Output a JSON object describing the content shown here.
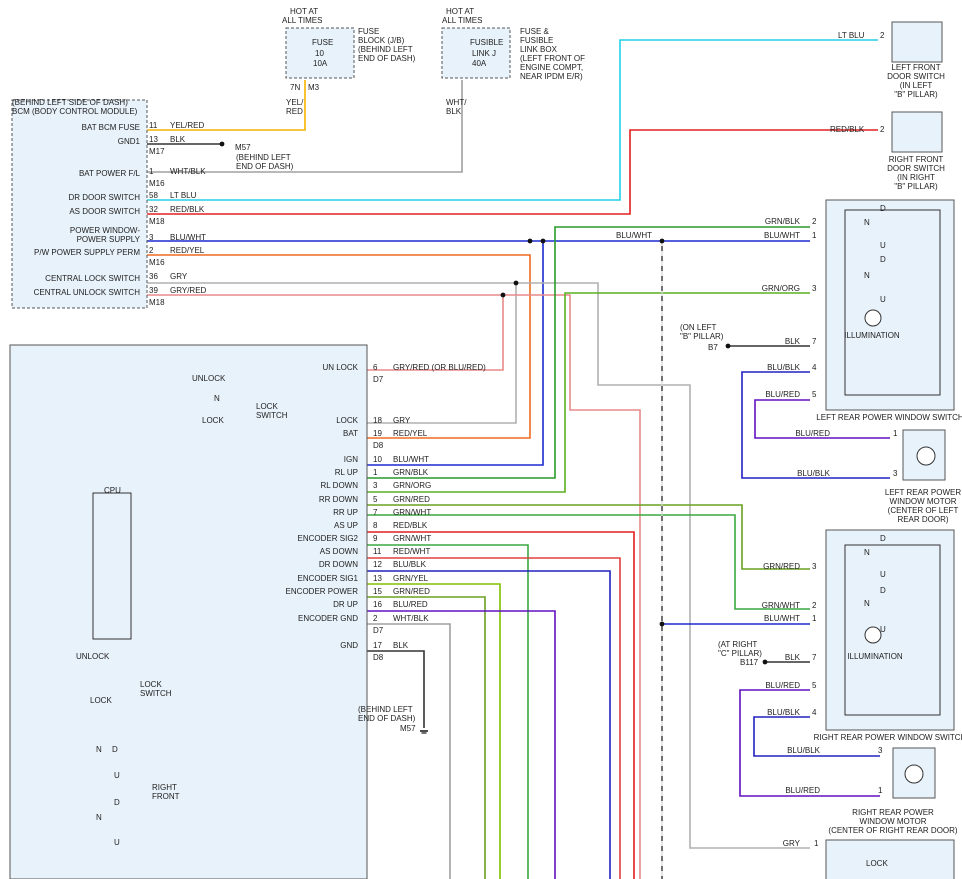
{
  "title": "Power Window / Door Lock Wiring Diagram",
  "colors": {
    "yel_red": "#f4b400",
    "blk": "#333333",
    "wht_blk": "#a0a0a0",
    "lt_blu": "#22d0e8",
    "red_blk": "#e02020",
    "blu_wht": "#1a2ad0",
    "red_yel": "#f06a20",
    "gry": "#b0b0b0",
    "gry_red": "#e88a8a",
    "grn_blk": "#2a9a2a",
    "grn_org": "#58b020",
    "grn_red": "#6aa020",
    "grn_wht": "#3aa840",
    "red_wht": "#e04040",
    "blu_blk": "#2020c0",
    "grn_yel": "#80c000",
    "blu_red": "#6010c0",
    "box_fill": "#e8f2fa"
  },
  "fuse1": {
    "hot": "HOT AT",
    "hot2": "ALL TIMES",
    "name": "FUSE",
    "num": "10",
    "amp": "10A",
    "desc": [
      "FUSE",
      "BLOCK (J/B)",
      "(BEHIND LEFT",
      "END OF DASH)"
    ],
    "conn": "7N",
    "conn2": "M3",
    "wire": [
      "YEL/",
      "RED"
    ]
  },
  "fuse2": {
    "hot": "HOT AT",
    "hot2": "ALL TIMES",
    "name": "FUSIBLE",
    "num": "LINK J",
    "amp": "40A",
    "desc": [
      "FUSE &",
      "FUSIBLE",
      "LINK BOX",
      "(LEFT FRONT OF",
      "ENGINE COMPT,",
      "NEAR IPDM E/R)"
    ],
    "wire": [
      "WHT/",
      "BLK"
    ]
  },
  "bcm": {
    "title1": "(BEHIND LEFT SIDE OF DASH)",
    "title2": "BCM (BODY CONTROL MODULE)",
    "pins": [
      {
        "label": "BAT BCM FUSE",
        "pin": "11",
        "wire": "YEL/RED"
      },
      {
        "label": "GND1",
        "pin": "13",
        "wire": "BLK",
        "conn": "M17"
      },
      {
        "label": "BAT POWER F/L",
        "pin": "1",
        "wire": "WHT/BLK",
        "conn": "M16"
      },
      {
        "label": "DR DOOR SWITCH",
        "pin": "58",
        "wire": "LT BLU"
      },
      {
        "label": "AS DOOR SWITCH",
        "pin": "32",
        "wire": "RED/BLK",
        "conn": "M18"
      },
      {
        "label": "POWER WINDOW-",
        "pin": "",
        "wire": ""
      },
      {
        "label": "POWER SUPPLY",
        "pin": "3",
        "wire": "BLU/WHT"
      },
      {
        "label": "P/W POWER SUPPLY PERM",
        "pin": "2",
        "wire": "RED/YEL",
        "conn": "M16"
      },
      {
        "label": "CENTRAL LOCK SWITCH",
        "pin": "36",
        "wire": "GRY"
      },
      {
        "label": "CENTRAL UNLOCK SWITCH",
        "pin": "39",
        "wire": "GRY/RED",
        "conn": "M18"
      }
    ],
    "ground": "M57",
    "ground_note": [
      "(BEHIND LEFT",
      "END OF DASH)"
    ]
  },
  "lf_door_switch": {
    "pin": "2",
    "wire": "LT BLU",
    "label": [
      "LEFT FRONT",
      "DOOR SWITCH",
      "(IN LEFT",
      "\"B\" PILLAR)"
    ]
  },
  "rf_door_switch": {
    "pin": "2",
    "wire": "RED/BLK",
    "label": [
      "RIGHT FRONT",
      "DOOR SWITCH",
      "(IN RIGHT",
      "\"B\" PILLAR)"
    ]
  },
  "splice_wire": "BLU/WHT",
  "lr_switch": {
    "title": "LEFT REAR POWER WINDOW SWITCH",
    "pins": [
      {
        "pin": "2",
        "wire": "GRN/BLK"
      },
      {
        "pin": "1",
        "wire": "BLU/WHT"
      },
      {
        "pin": "3",
        "wire": "GRN/ORG"
      },
      {
        "pin": "7",
        "wire": "BLK"
      },
      {
        "pin": "4",
        "wire": "BLU/BLK"
      },
      {
        "pin": "5",
        "wire": "BLU/RED"
      }
    ],
    "illum": "ILLUMINATION",
    "ground_note": [
      "(ON LEFT",
      "\"B\" PILLAR)"
    ],
    "ground": "B7"
  },
  "lr_motor": {
    "pins": [
      {
        "pin": "1",
        "wire": "BLU/RED"
      },
      {
        "pin": "3",
        "wire": "BLU/BLK"
      }
    ],
    "label": [
      "LEFT REAR POWER",
      "WINDOW MOTOR",
      "(CENTER OF LEFT",
      "REAR DOOR)"
    ]
  },
  "rr_switch": {
    "title": "RIGHT REAR POWER WINDOW SWITCH",
    "pins": [
      {
        "pin": "3",
        "wire": "GRN/RED"
      },
      {
        "pin": "2",
        "wire": "GRN/WHT"
      },
      {
        "pin": "1",
        "wire": "BLU/WHT"
      },
      {
        "pin": "7",
        "wire": "BLK"
      },
      {
        "pin": "5",
        "wire": "BLU/RED"
      },
      {
        "pin": "4",
        "wire": "BLU/BLK"
      }
    ],
    "illum": "ILLUMINATION",
    "ground_note": [
      "(AT RIGHT",
      "\"C\" PILLAR)"
    ],
    "ground": "B117"
  },
  "rr_motor": {
    "pins": [
      {
        "pin": "3",
        "wire": "BLU/BLK"
      },
      {
        "pin": "1",
        "wire": "BLU/RED"
      }
    ],
    "label": [
      "RIGHT REAR POWER",
      "WINDOW MOTOR",
      "(CENTER OF RIGHT REAR DOOR)"
    ]
  },
  "bottom_switch": {
    "pin": "1",
    "wire": "GRY",
    "label": "LOCK"
  },
  "main_switch": {
    "pins": [
      {
        "label": "UN LOCK",
        "pin": "6",
        "wire": "GRY/RED  (OR BLU/RED)",
        "conn": "D7"
      },
      {
        "label": "LOCK",
        "pin": "18",
        "wire": "GRY"
      },
      {
        "label": "BAT",
        "pin": "19",
        "wire": "RED/YEL",
        "conn": "D8"
      },
      {
        "label": "IGN",
        "pin": "10",
        "wire": "BLU/WHT"
      },
      {
        "label": "RL UP",
        "pin": "1",
        "wire": "GRN/BLK"
      },
      {
        "label": "RL DOWN",
        "pin": "3",
        "wire": "GRN/ORG"
      },
      {
        "label": "RR DOWN",
        "pin": "5",
        "wire": "GRN/RED"
      },
      {
        "label": "RR UP",
        "pin": "7",
        "wire": "GRN/WHT"
      },
      {
        "label": "AS UP",
        "pin": "8",
        "wire": "RED/BLK"
      },
      {
        "label": "ENCODER SIG2",
        "pin": "9",
        "wire": "GRN/WHT"
      },
      {
        "label": "AS DOWN",
        "pin": "11",
        "wire": "RED/WHT"
      },
      {
        "label": "DR DOWN",
        "pin": "12",
        "wire": "BLU/BLK"
      },
      {
        "label": "ENCODER SIG1",
        "pin": "13",
        "wire": "GRN/YEL"
      },
      {
        "label": "ENCODER POWER",
        "pin": "15",
        "wire": "GRN/RED"
      },
      {
        "label": "DR UP",
        "pin": "16",
        "wire": "BLU/RED"
      },
      {
        "label": "ENCODER GND",
        "pin": "2",
        "wire": "WHT/BLK",
        "conn": "D7"
      },
      {
        "label": "GND",
        "pin": "17",
        "wire": "BLK",
        "conn": "D8"
      }
    ],
    "unlock": "UNLOCK",
    "n": "N",
    "lock": "LOCK",
    "lock_switch": [
      "LOCK",
      "SWITCH"
    ],
    "cpu": "CPU",
    "right_front": [
      "RIGHT",
      "FRONT"
    ],
    "ground_note": [
      "(BEHIND LEFT",
      "END OF DASH)"
    ],
    "ground": "M57"
  },
  "sw_letters": {
    "d": "D",
    "n": "N",
    "u": "U"
  }
}
